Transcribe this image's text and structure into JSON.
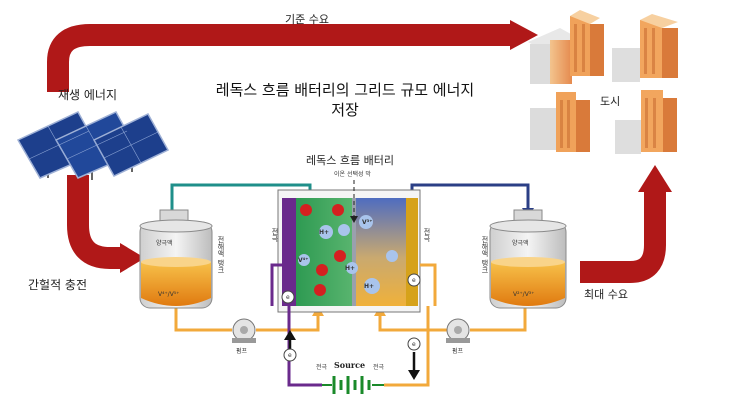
{
  "title": "레독스 흐름 배터리의 그리드 규모 에너지 저장",
  "labels": {
    "base_demand": "기준 수요",
    "renewable_energy": "재생 에너지",
    "city": "도시",
    "intermittent_charging": "간헐적 충전",
    "battery": "레독스 흐름 배터리",
    "membrane": "이온 선택성 막",
    "peak_demand": "최대 수요",
    "pump_left": "펌프",
    "pump_right": "펌프",
    "source": "Source",
    "positive_terminal": "전극",
    "negative_terminal": "전극",
    "catholyte_tank_side": "전해액 탱크",
    "anolyte_tank_side": "전해액 탱크",
    "left_electrode_side": "전극",
    "right_electrode_side": "전극"
  },
  "tanks": {
    "left": {
      "top_label": "양극액",
      "bottom_label": "V⁴⁺/V⁵⁺"
    },
    "right": {
      "top_label": "양극액",
      "bottom_label": "V²⁺/V³⁺"
    }
  },
  "ions": {
    "h_plus": "H+",
    "v_left": "V⁴⁺",
    "v_right": "V³⁺",
    "electron": "e"
  },
  "colors": {
    "arrow_red": "#b01818",
    "teal_pipe": "#1f8f8a",
    "navy_pipe": "#2b3f86",
    "orange_pipe": "#f2a93b",
    "purple_wire": "#6a2a8c",
    "electrolyte_orange": "#f0a020",
    "ion_red": "#d42020",
    "ion_blue": "#a9c4ec",
    "battery_green": "#e8c23a",
    "battery_blue": "#6a86c8"
  },
  "icons": [
    "solar-panel-icon",
    "city-buildings-icon",
    "pump-icon",
    "battery-source-icon",
    "electron-icon"
  ]
}
